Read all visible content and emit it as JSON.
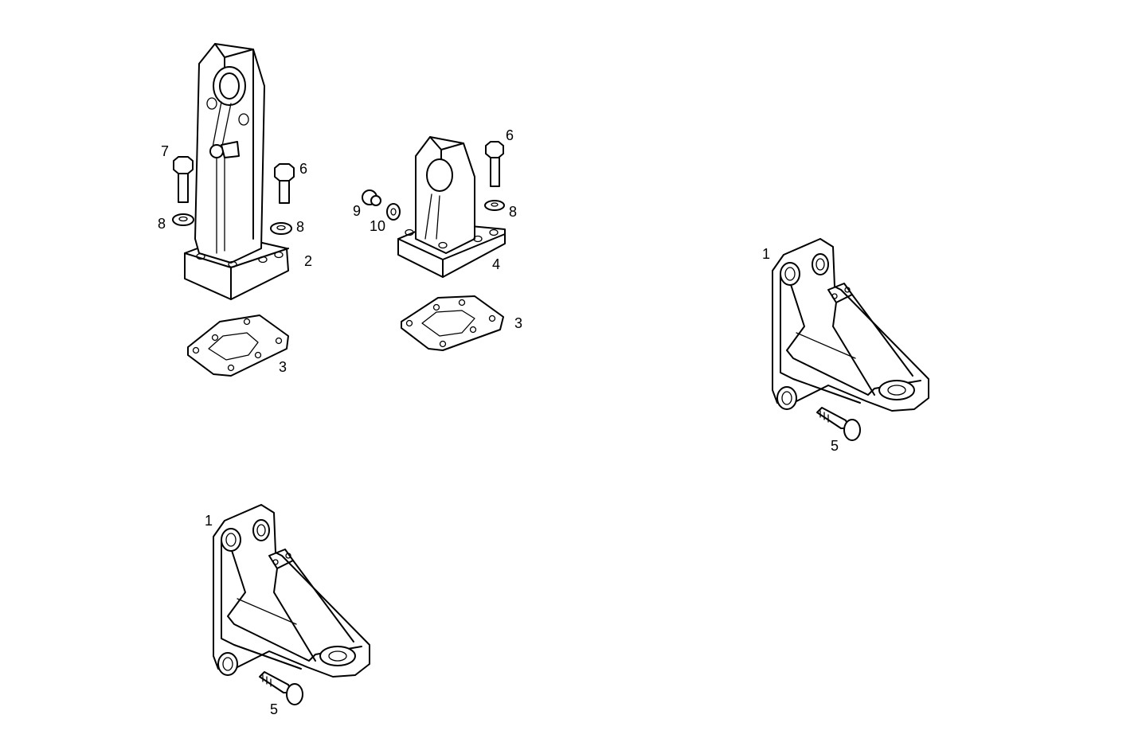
{
  "diagram": {
    "type": "exploded parts drawing",
    "groups": [
      {
        "name": "tall-bracket-assembly",
        "parts": [
          "2",
          "3",
          "6",
          "7",
          "8"
        ]
      },
      {
        "name": "short-bracket-assembly",
        "parts": [
          "3",
          "4",
          "6",
          "8",
          "9",
          "10"
        ]
      },
      {
        "name": "angle-bracket-right",
        "parts": [
          "1",
          "5"
        ]
      },
      {
        "name": "angle-bracket-left",
        "parts": [
          "1",
          "5"
        ]
      }
    ],
    "labels": {
      "a7": "7",
      "a6": "6",
      "a8l": "8",
      "a8r": "8",
      "a2": "2",
      "a3": "3",
      "b6": "6",
      "b9": "9",
      "b10": "10",
      "b8": "8",
      "b4": "4",
      "b3": "3",
      "c1": "1",
      "c5": "5",
      "d1": "1",
      "d5": "5"
    }
  }
}
